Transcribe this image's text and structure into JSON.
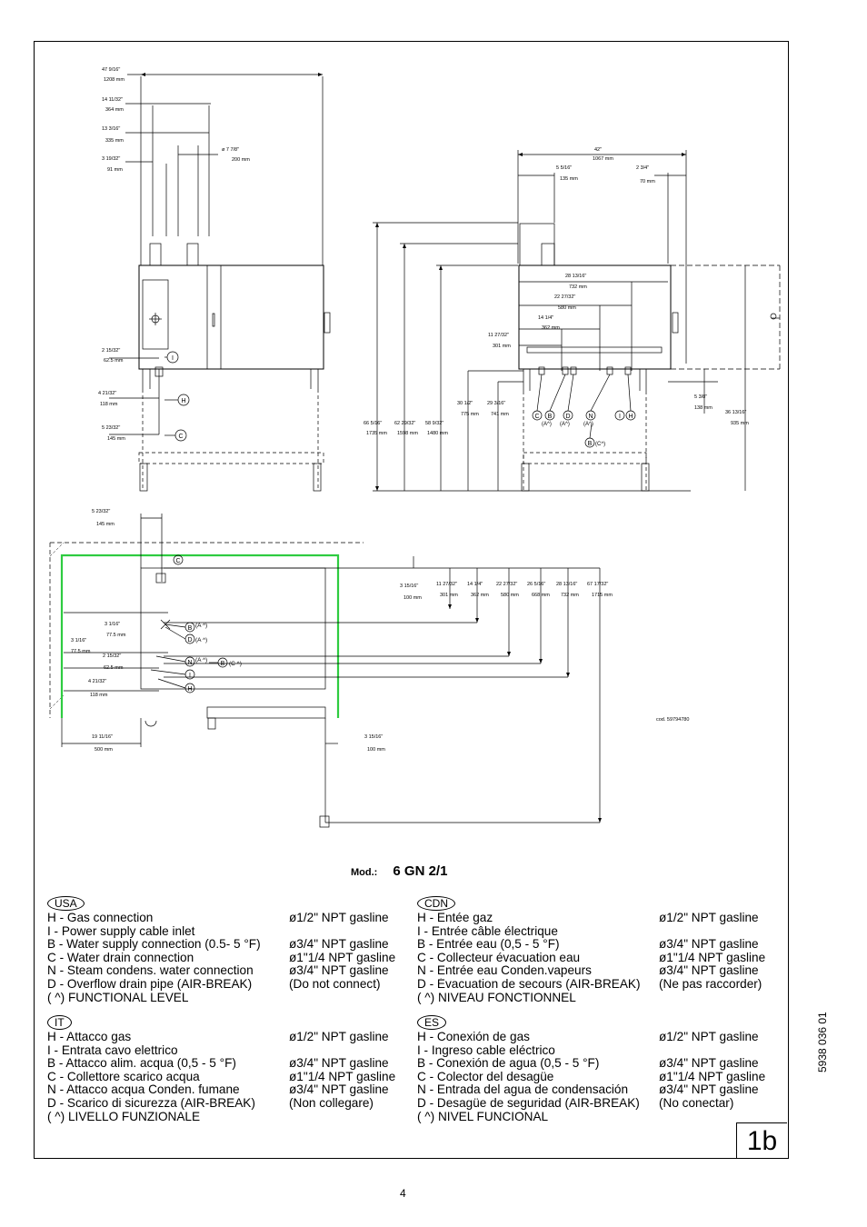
{
  "drawing": {
    "front_view": {
      "dims": [
        {
          "inch": "47 9/16\"",
          "mm": "1208 mm"
        },
        {
          "inch": "14 11/32\"",
          "mm": "364 mm"
        },
        {
          "inch": "13 3/16\"",
          "mm": "335 mm"
        },
        {
          "inch": "3 19/32\"",
          "mm": "91 mm"
        },
        {
          "inch": "ø 7 7/8\"",
          "mm": "200 mm"
        },
        {
          "inch": "2 15/32\"",
          "mm": "62.5 mm"
        },
        {
          "inch": "4 21/32\"",
          "mm": "118 mm"
        },
        {
          "inch": "5 23/32\"",
          "mm": "145 mm"
        }
      ],
      "connectors": [
        "I",
        "H",
        "C"
      ]
    },
    "side_view": {
      "top_dims": [
        {
          "inch": "42\"",
          "mm": "1067 mm"
        },
        {
          "inch": "5 5/16\"",
          "mm": "135 mm"
        },
        {
          "inch": "2 3/4\"",
          "mm": "70 mm"
        }
      ],
      "inner_dims": [
        {
          "inch": "28 13/16\"",
          "mm": "732 mm"
        },
        {
          "inch": "22 27/32\"",
          "mm": "580 mm"
        },
        {
          "inch": "14 1/4\"",
          "mm": "362 mm"
        },
        {
          "inch": "11 27/32\"",
          "mm": "301 mm"
        }
      ],
      "height_dims": [
        {
          "inch": "66 5/16\"",
          "mm": "1735 mm"
        },
        {
          "inch": "62 29/32\"",
          "mm": "1598 mm"
        },
        {
          "inch": "58 9/32\"",
          "mm": "1480 mm"
        },
        {
          "inch": "30 1/2\"",
          "mm": "775 mm"
        },
        {
          "inch": "29 3/16\"",
          "mm": "741 mm"
        }
      ],
      "right_dims": [
        {
          "inch": "5 3/8\"",
          "mm": "138 mm"
        },
        {
          "inch": "36 13/16\"",
          "mm": "935 mm"
        }
      ],
      "connectors": [
        "C",
        "B",
        "D",
        "N",
        "I",
        "H"
      ],
      "sub_labels": [
        "(A^)",
        "(A^)",
        "(A^)",
        "(C^)"
      ],
      "bottom_connector": "B"
    },
    "plan_view": {
      "top_dim": {
        "inch": "5 23/32\"",
        "mm": "145 mm"
      },
      "row_dims": [
        {
          "inch": "3 15/16\"",
          "mm": "100 mm"
        },
        {
          "inch": "11 27/32\"",
          "mm": "301 mm"
        },
        {
          "inch": "14 1/4\"",
          "mm": "362 mm"
        },
        {
          "inch": "22 27/32\"",
          "mm": "580 mm"
        },
        {
          "inch": "26 5/16\"",
          "mm": "668 mm"
        },
        {
          "inch": "28 13/16\"",
          "mm": "732 mm"
        },
        {
          "inch": "67 17/32\"",
          "mm": "1715 mm"
        }
      ],
      "left_dims": [
        {
          "inch": "3 1/16\"",
          "mm": "77.5 mm"
        },
        {
          "inch": "3 1/16\"",
          "mm": "77.5 mm"
        },
        {
          "inch": "2 15/32\"",
          "mm": "62.5 mm"
        },
        {
          "inch": "4 21/32\"",
          "mm": "118 mm"
        }
      ],
      "bottom_dims": [
        {
          "inch": "19 11/16\"",
          "mm": "500 mm"
        },
        {
          "inch": "3 15/16\"",
          "mm": "100 mm"
        }
      ],
      "connector_labels": [
        "C",
        "B",
        "D",
        "N",
        "B",
        "I",
        "H"
      ],
      "functional_labels": [
        "(A ^)",
        "(A ^)",
        "(A ^)",
        "(C ^)"
      ],
      "code": "cod. 59794780"
    }
  },
  "model": {
    "label": "Mod.:",
    "value": "6 GN 2/1"
  },
  "legends": [
    {
      "lang": "USA",
      "rows": [
        {
          "text": "H  - Gas connection",
          "spec": "ø1/2\"  NPT gasline",
          "key": "H"
        },
        {
          "text": "I - Power supply cable inlet",
          "spec": "",
          "key": "I"
        },
        {
          "text": "B - Water supply connection (0.5- 5 °F)",
          "spec": "ø3/4\"  NPT gasline",
          "key": "B"
        },
        {
          "text": "C - Water drain connection",
          "spec": "ø1\"1/4 NPT gasline",
          "key": "C"
        },
        {
          "text": "N - Steam condens. water connection",
          "spec": "ø3/4\"  NPT gasline",
          "key": "N"
        },
        {
          "text": "D - Overflow drain pipe (AIR-BREAK)",
          "spec": "(Do not connect)",
          "key": "D"
        },
        {
          "text": "( ^)   FUNCTIONAL LEVEL",
          "spec": "",
          "key": ""
        }
      ]
    },
    {
      "lang": "CDN",
      "rows": [
        {
          "text": "H  - Entée gaz",
          "spec": "ø1/2\"  NPT gasline",
          "key": "H"
        },
        {
          "text": "I - Entrée câble électrique",
          "spec": "",
          "key": "I"
        },
        {
          "text": "B - Entrée eau (0,5 - 5 °F)",
          "spec": "ø3/4\"  NPT gasline",
          "key": "B"
        },
        {
          "text": "C - Collecteur évacuation eau",
          "spec": "ø1\"1/4 NPT gasline",
          "key": "C"
        },
        {
          "text": "N - Entrée eau Conden.vapeurs",
          "spec": "ø3/4\"  NPT gasline",
          "key": "N"
        },
        {
          "text": "D - Évacuation de secours (AIR-BREAK)",
          "spec": "(Ne pas raccorder)",
          "key": "D"
        },
        {
          "text": "( ^)   NIVEAU FONCTIONNEL",
          "spec": "",
          "key": ""
        }
      ]
    },
    {
      "lang": "IT",
      "rows": [
        {
          "text": "H  - Attacco gas",
          "spec": "ø1/2\"  NPT gasline",
          "key": "H"
        },
        {
          "text": "I - Entrata cavo elettrico",
          "spec": "",
          "key": "I"
        },
        {
          "text": "B - Attacco alim. acqua (0,5 - 5 °F)",
          "spec": "ø3/4\"  NPT gasline",
          "key": "B"
        },
        {
          "text": "C - Collettore scarico acqua",
          "spec": "ø1\"1/4 NPT gasline",
          "key": "C"
        },
        {
          "text": "N - Attacco acqua Conden.  fumane",
          "spec": "ø3/4\"  NPT gasline",
          "key": "N"
        },
        {
          "text": "D - Scarico di sicurezza (AIR-BREAK)",
          "spec": "(Non collegare)",
          "key": "D"
        },
        {
          "text": "( ^)   LIVELLO FUNZIONALE",
          "spec": "",
          "key": ""
        }
      ]
    },
    {
      "lang": "ES",
      "rows": [
        {
          "text": "H  - Conexión de gas",
          "spec": "ø1/2\"  NPT gasline",
          "key": "H"
        },
        {
          "text": "I - Ingreso cable eléctrico",
          "spec": "",
          "key": "I"
        },
        {
          "text": "B - Conexión de agua (0,5 - 5 °F)",
          "spec": "ø3/4\"  NPT gasline",
          "key": "B"
        },
        {
          "text": "C - Colector del desagüe",
          "spec": "ø1\"1/4 NPT gasline",
          "key": "C"
        },
        {
          "text": "N - Entrada del agua de condensación",
          "spec": "ø3/4\"  NPT gasline",
          "key": "N"
        },
        {
          "text": "D - Desagüe de seguridad (AIR-BREAK)",
          "spec": "(No conectar)",
          "key": "D"
        },
        {
          "text": "( ^)   NIVEL FUNCIONAL",
          "spec": "",
          "key": ""
        }
      ]
    }
  ],
  "figure_tag": "1b",
  "doc_number": "5938 036 01",
  "page_number": "4",
  "colors": {
    "wall_outline": "#2ecc40",
    "line": "#000000"
  }
}
